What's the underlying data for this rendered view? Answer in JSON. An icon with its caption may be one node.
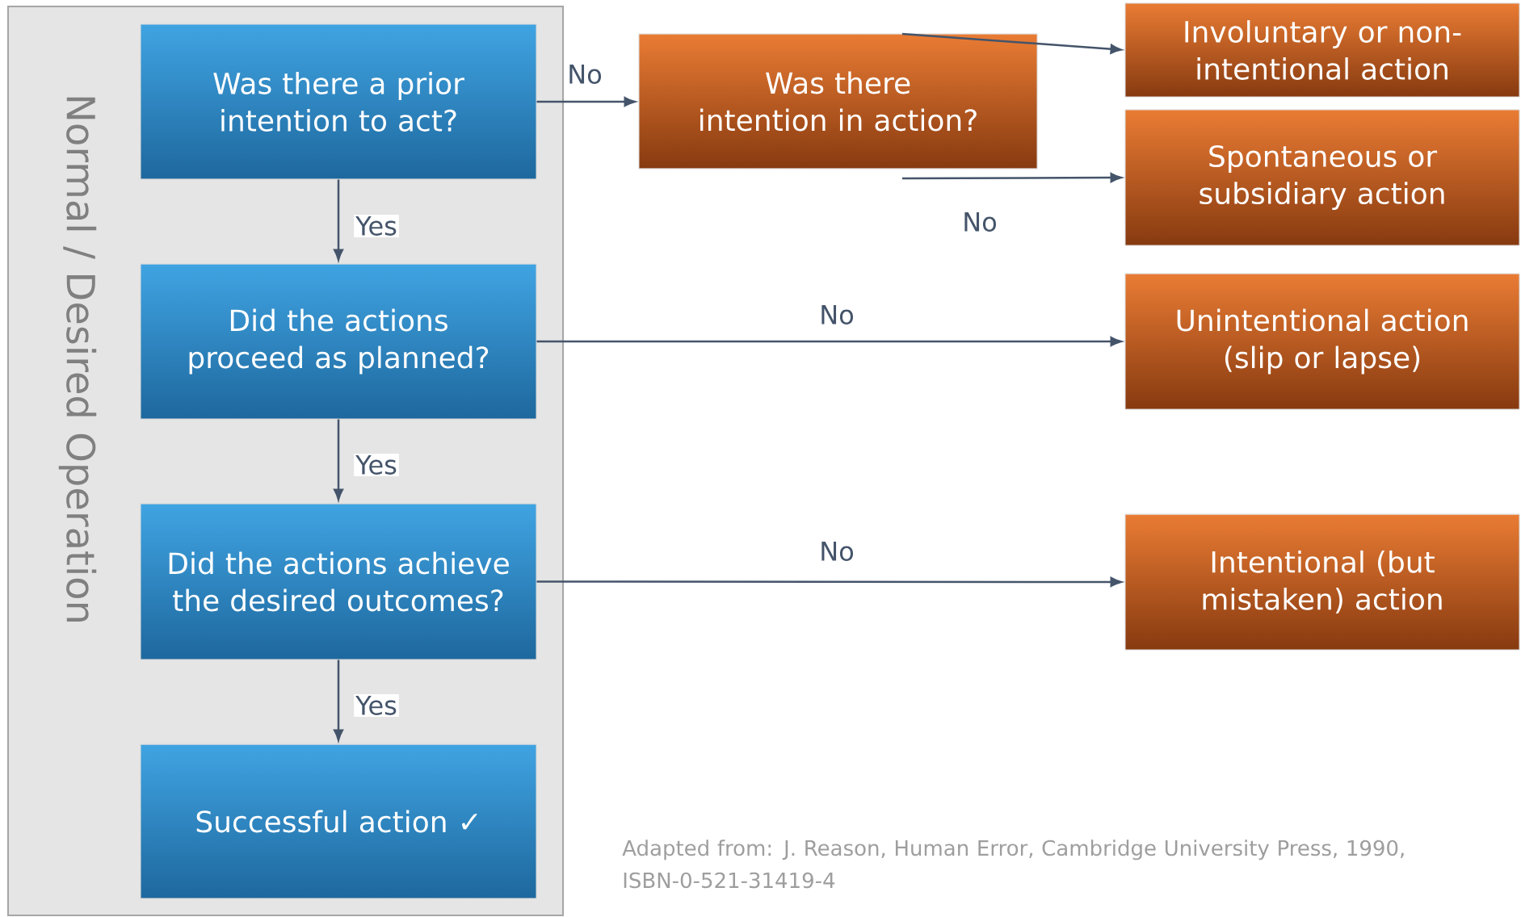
{
  "diagram": {
    "caption": "Adapted from: J. Reason, Human Error, Cambridge University Press, 1990, ISBN-0-521-31419-4",
    "nodes": [
      {
        "text": [
          "Normal / Desired Operation"
        ]
      },
      {
        "text": [
          "Was there a prior intention to act?"
        ],
        "in": 0
      },
      {
        "text": [
          "Did the actions proceed as planned?"
        ],
        "in": 0
      },
      {
        "text": [
          "Did the actions achieve the desired outcomes?"
        ],
        "in": 0
      },
      {
        "text": [
          "Successful action ✓"
        ],
        "in": 0
      },
      {
        "text": [
          "Was there intention in action?"
        ]
      },
      {
        "text": [
          "Involuntary or non-intentional action"
        ]
      },
      {
        "text": [
          "Spontaneous or subsidiary action"
        ]
      },
      {
        "text": [
          "Unintentional action (slip or lapse)"
        ]
      },
      {
        "text": [
          "Intentional (but mistaken) action"
        ]
      }
    ],
    "edges": [
      {
        "from": 1,
        "to": 5,
        "arrow": "to",
        "label": "No"
      },
      {
        "from": 5,
        "to": 6,
        "arrow": "to"
      },
      {
        "from": 5,
        "to": 7,
        "arrow": "to",
        "label": "No"
      },
      {
        "from": 1,
        "to": 2,
        "arrow": "to",
        "label": "Yes"
      },
      {
        "from": 2,
        "to": 8,
        "arrow": "to",
        "label": "No"
      },
      {
        "from": 2,
        "to": 3,
        "arrow": "to",
        "label": "Yes"
      },
      {
        "from": 3,
        "to": 9,
        "arrow": "to",
        "label": "No"
      },
      {
        "from": 3,
        "to": 4,
        "arrow": "to",
        "label": "Yes"
      }
    ]
  }
}
